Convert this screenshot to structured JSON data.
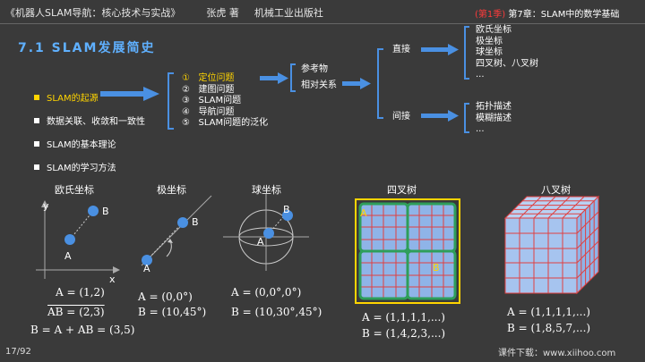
{
  "header": {
    "book": "《机器人SLAM导航：核心技术与实战》",
    "author": "张虎 著",
    "publisher": "机械工业出版社",
    "season": "(第1季)",
    "chapter": "第7章：SLAM中的数学基础"
  },
  "slide_title": "7.1 SLAM发展简史",
  "bullets": [
    {
      "text": "SLAM的起源",
      "highlight": true
    },
    {
      "text": "数据关联、收敛和一致性",
      "highlight": false
    },
    {
      "text": "SLAM的基本理论",
      "highlight": false
    },
    {
      "text": "SLAM的学习方法",
      "highlight": false
    }
  ],
  "sub_list": [
    {
      "num": "①",
      "text": "定位问题",
      "highlight": true
    },
    {
      "num": "②",
      "text": "建图问题",
      "highlight": false
    },
    {
      "num": "③",
      "text": "SLAM问题",
      "highlight": false
    },
    {
      "num": "④",
      "text": "导航问题",
      "highlight": false
    },
    {
      "num": "⑤",
      "text": "SLAM问题的泛化",
      "highlight": false
    }
  ],
  "reference": {
    "line1": "参考物",
    "line2": "相对关系"
  },
  "branches": {
    "direct": "直接",
    "indirect": "间接"
  },
  "direct_items": [
    "欧氏坐标",
    "极坐标",
    "球坐标",
    "四叉树、八叉树",
    "..."
  ],
  "indirect_items": [
    "拓扑描述",
    "模糊描述",
    "..."
  ],
  "figures": {
    "euclid": {
      "title": "欧氏坐标",
      "x": "x",
      "y": "y",
      "A": "A",
      "B": "B",
      "f1": "A = (1,2)",
      "f2": "AB = (2,3)",
      "f3": "B = A + AB = (3,5)"
    },
    "polar": {
      "title": "极坐标",
      "A": "A",
      "B": "B",
      "f1": "A = (0,0°)",
      "f2": "B = (10,45°)"
    },
    "sphere": {
      "title": "球坐标",
      "A": "A",
      "B": "B",
      "f1": "A = (0,0°,0°)",
      "f2": "B = (10,30°,45°)"
    },
    "quad": {
      "title": "四叉树",
      "A": "A",
      "B": "B",
      "f1": "A = (1,1,1,1,...)",
      "f2": "B = (1,4,2,3,...)"
    },
    "oct": {
      "title": "八叉树",
      "f1": "A = (1,1,1,1,...)",
      "f2": "B = (1,8,5,7,...)"
    }
  },
  "footer": {
    "page": "17/92",
    "download": "课件下载：www.xiihoo.com"
  },
  "colors": {
    "accent_blue": "#5fb0ff",
    "highlight": "#ffd400",
    "red": "#ff3b3b",
    "arrow": "#4a90e2",
    "background": "#3a3a3a"
  }
}
